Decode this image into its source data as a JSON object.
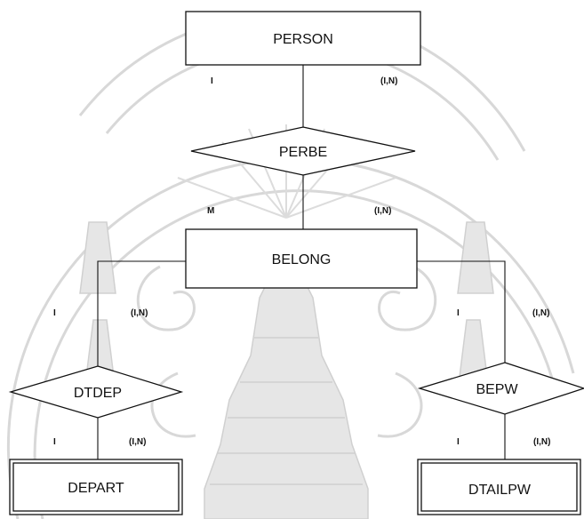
{
  "entities": {
    "person": "PERSON",
    "belong": "BELONG",
    "depart": "DEPART",
    "dtailpw": "DTAILPW"
  },
  "relationships": {
    "perbe": "PERBE",
    "dtdep": "DTDEP",
    "bepw": "BEPW"
  },
  "cardinalities": {
    "person_perbe_left": "I",
    "person_perbe_right": "(I,N)",
    "perbe_belong_left": "M",
    "perbe_belong_right": "(I,N)",
    "dtdep_top_left": "I",
    "dtdep_top_right": "(I,N)",
    "bepw_top_left": "I",
    "bepw_top_right": "(I,N)",
    "depart_left": "I",
    "depart_right": "(I,N)",
    "dtailpw_left": "I",
    "dtailpw_right": "(I,N)"
  },
  "colors": {
    "stroke": "#111111",
    "watermark": "#d8d8d8",
    "background": "#ffffff"
  }
}
